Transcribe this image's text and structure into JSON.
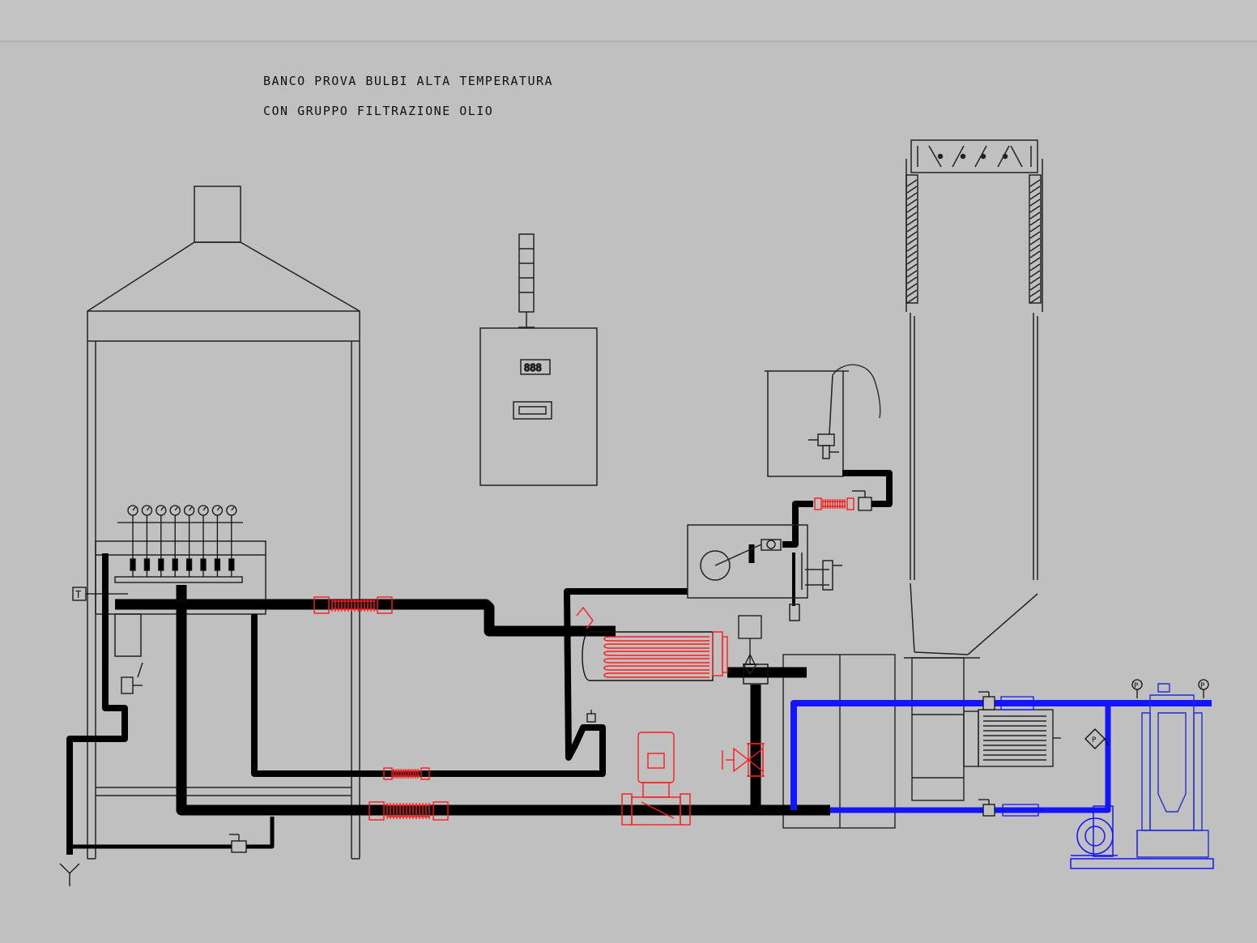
{
  "title": {
    "line1": "BANCO PROVA BULBI ALTA TEMPERATURA",
    "line2": "CON GRUPPO FILTRAZIONE OLIO"
  },
  "labels": {
    "thermometer_tag": "T",
    "display_digits": "888",
    "pressure_tag_1": "P",
    "pressure_tag_2": "P",
    "pressure_tag_3": "P",
    "drain_symbol": "Y"
  },
  "colors": {
    "background": "#c0c0c0",
    "line": "#222222",
    "hot_pipe": "#000000",
    "heated_components": "#ff1a1a",
    "oil_circuit": "#1414ff",
    "filter_unit": "#1f2fd6"
  }
}
